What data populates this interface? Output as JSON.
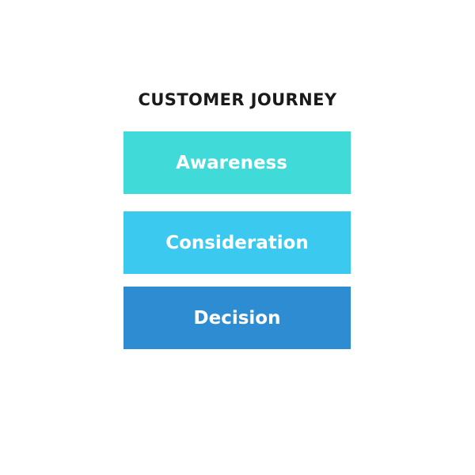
{
  "title": "CUSTOMER JOURNEY",
  "stages": [
    {
      "label": "Awareness",
      "color": "#40DAD8"
    },
    {
      "label": "Consideration",
      "color": "#3BC9EF"
    },
    {
      "label": "Decision",
      "color": "#2E8CD2"
    }
  ]
}
